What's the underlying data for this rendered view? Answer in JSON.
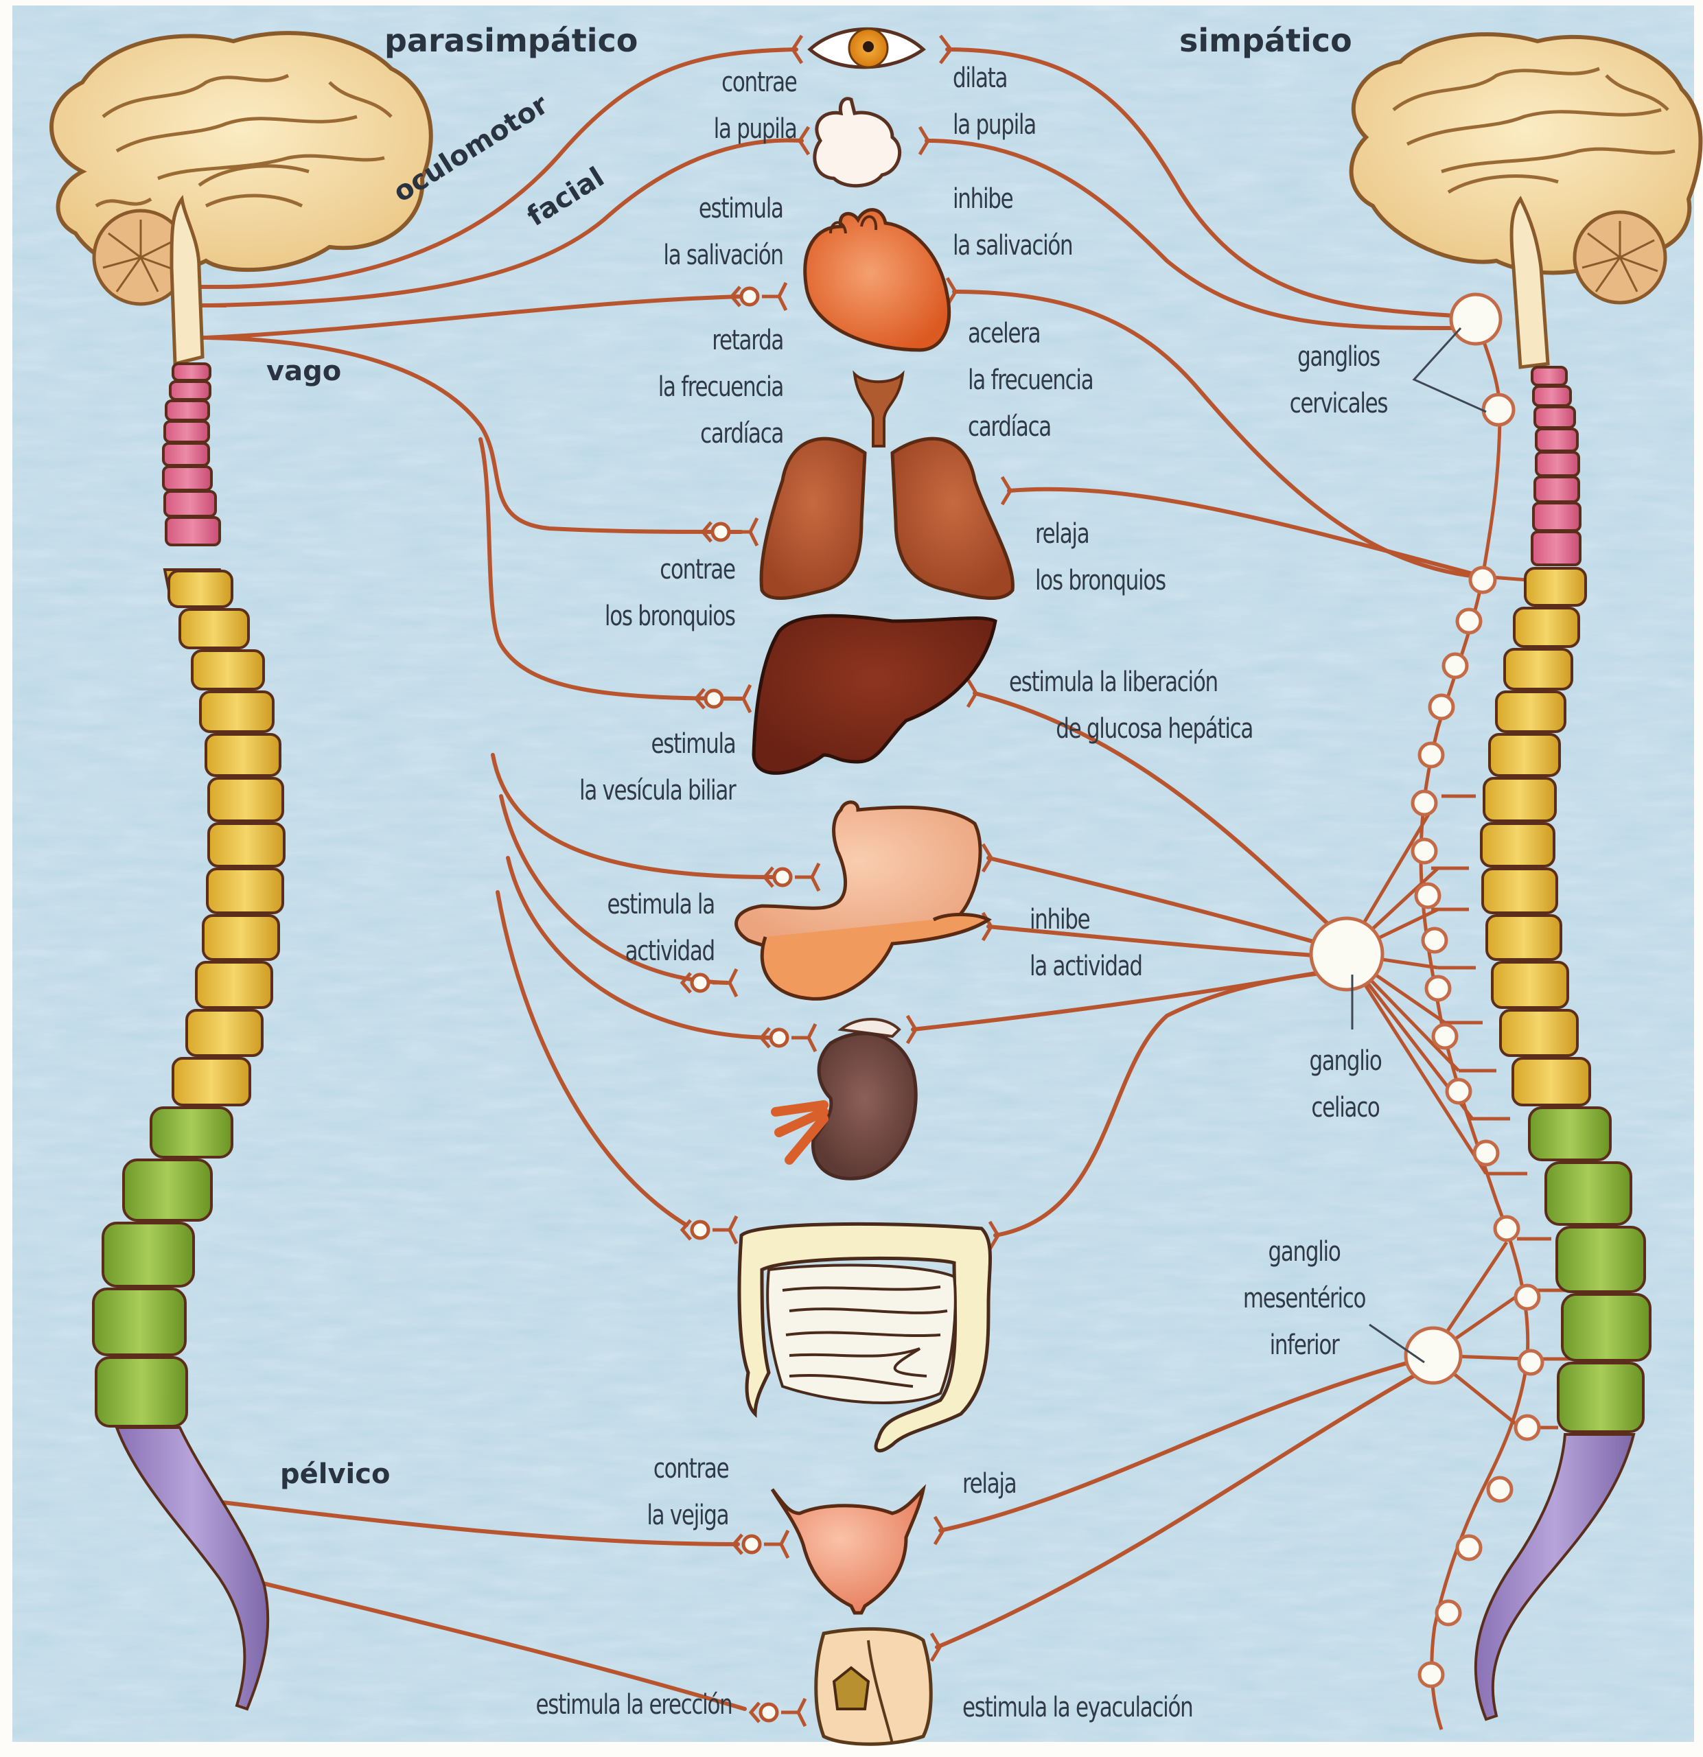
{
  "titles": {
    "parasympathetic": "parasimpático",
    "sympathetic": "simpático"
  },
  "nerves": {
    "oculomotor": "oculomotor",
    "facial": "facial",
    "vagus": "vago",
    "pelvic": "pélvico"
  },
  "organs": [
    "eye",
    "salivary-gland",
    "heart",
    "lungs",
    "liver",
    "stomach-pancreas",
    "kidney-adrenal",
    "intestines",
    "bladder",
    "genitals"
  ],
  "parasympathetic_effects": {
    "eye": "contrae\nla pupila",
    "salivary": "estimula\nla salivación",
    "heart": "retarda\nla frecuencia\ncardíaca",
    "lungs": "contrae\nlos bronquios",
    "liver": "estimula\nla vesícula biliar",
    "stomach": "estimula la\nactividad",
    "bladder": "contrae\nla vejiga",
    "genitals": "estimula la erección"
  },
  "sympathetic_effects": {
    "eye": "dilata\nla pupila",
    "salivary": "inhibe\nla salivación",
    "heart": "acelera\nla frecuencia\ncardíaca",
    "lungs": "relaja\nlos bronquios",
    "liver": "estimula la liberación\n        de glucosa hepática",
    "stomach": "inhibe\nla actividad",
    "bladder": "relaja",
    "genitals": "estimula la eyaculación"
  },
  "ganglia": {
    "cervical": "ganglios\ncervicales",
    "celiac": "ganglio\nceliaco",
    "inferior_mesenteric": "ganglio\nmesentérico\ninferior"
  },
  "colors": {
    "background": "#bcd8e6",
    "nerve": "#b8552e",
    "brain": "#f2d9a0",
    "cervical_vertebrae": "#d9688a",
    "thoracic_vertebrae": "#e8c040",
    "lumbar_vertebrae": "#8fb83a",
    "sacral": "#9c86c4",
    "text": "#2f3a46"
  }
}
